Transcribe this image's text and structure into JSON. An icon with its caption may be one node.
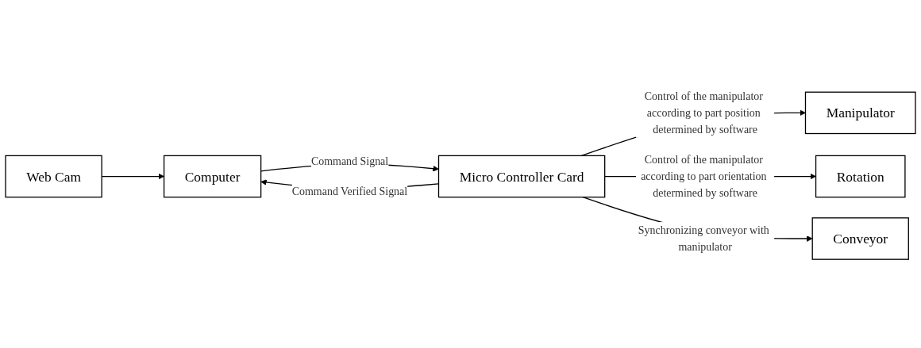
{
  "diagram": {
    "nodes": [
      {
        "text": [
          "Computer"
        ]
      },
      {
        "text": [
          "Micro Controller Card"
        ]
      },
      {
        "text": [
          "Manipulator"
        ]
      },
      {
        "text": [
          "Rotation"
        ]
      },
      {
        "text": [
          "Conveyor"
        ]
      },
      {
        "text": [
          "Web Cam"
        ]
      }
    ],
    "edges": [
      {
        "from": 5,
        "to": 0,
        "arrow": "to"
      },
      {
        "from": 0,
        "to": 1,
        "arrow": "to",
        "label": "Command Signal"
      },
      {
        "from": 1,
        "to": 0,
        "arrow": "to",
        "label": "Command Verified Signal"
      },
      {
        "from": 1,
        "to": 2,
        "arrow": "to",
        "label": "Control of the manipulator according to part position determined by software"
      },
      {
        "from": 1,
        "to": 3,
        "arrow": "to",
        "label": "Control of the manipulator according to part orientation determined by software"
      },
      {
        "from": 1,
        "to": 4,
        "arrow": "to",
        "label": "Synchronizing conveyor with manipulator"
      }
    ]
  }
}
